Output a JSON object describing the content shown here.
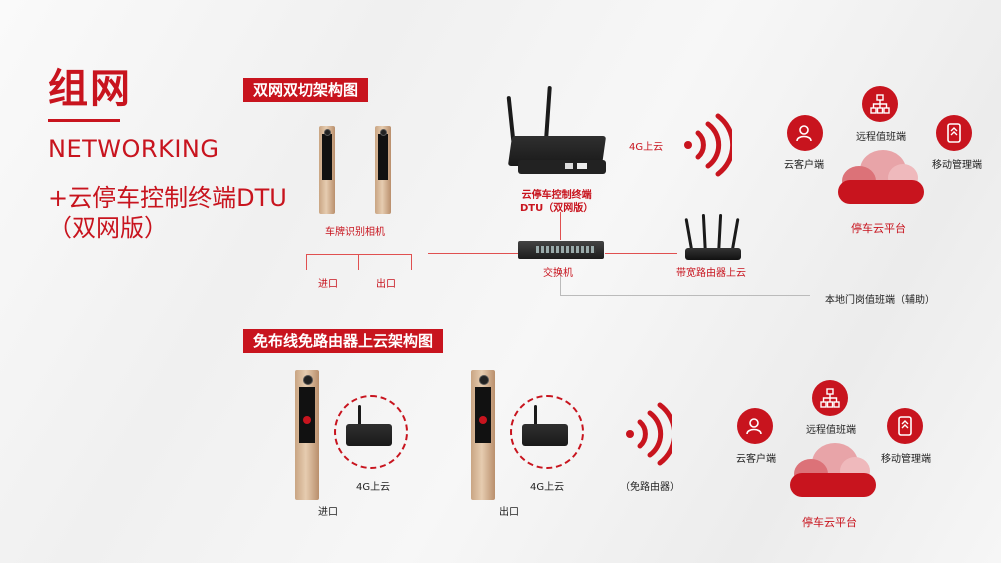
{
  "header": {
    "title": "组网",
    "title_en": "NETWORKING",
    "subtitle_line1": "+云停车控制终端DTU",
    "subtitle_line2": "（双网版）"
  },
  "section_top": {
    "label": "双网双切架构图",
    "camera_label": "车牌识别相机",
    "entry_label": "进口",
    "exit_label": "出口",
    "dtu_label_line1": "云停车控制终端",
    "dtu_label_line2": "DTU（双网版）",
    "switch_label": "交换机",
    "router_label": "带宽路由器上云",
    "signal_label": "4G上云",
    "local_label": "本地门岗值班端（辅助）",
    "cloud": {
      "client": "云客户端",
      "remote": "远程值班端",
      "mobile": "移动管理端",
      "platform": "停车云平台"
    }
  },
  "section_bottom": {
    "label": "免布线免路由器上云架构图",
    "entry_label": "进口",
    "exit_label": "出口",
    "entry_4g": "4G上云",
    "exit_4g": "4G上云",
    "no_router": "（免路由器）",
    "cloud": {
      "client": "云客户端",
      "remote": "远程值班端",
      "mobile": "移动管理端",
      "platform": "停车云平台"
    }
  },
  "colors": {
    "accent": "#c8141e"
  }
}
